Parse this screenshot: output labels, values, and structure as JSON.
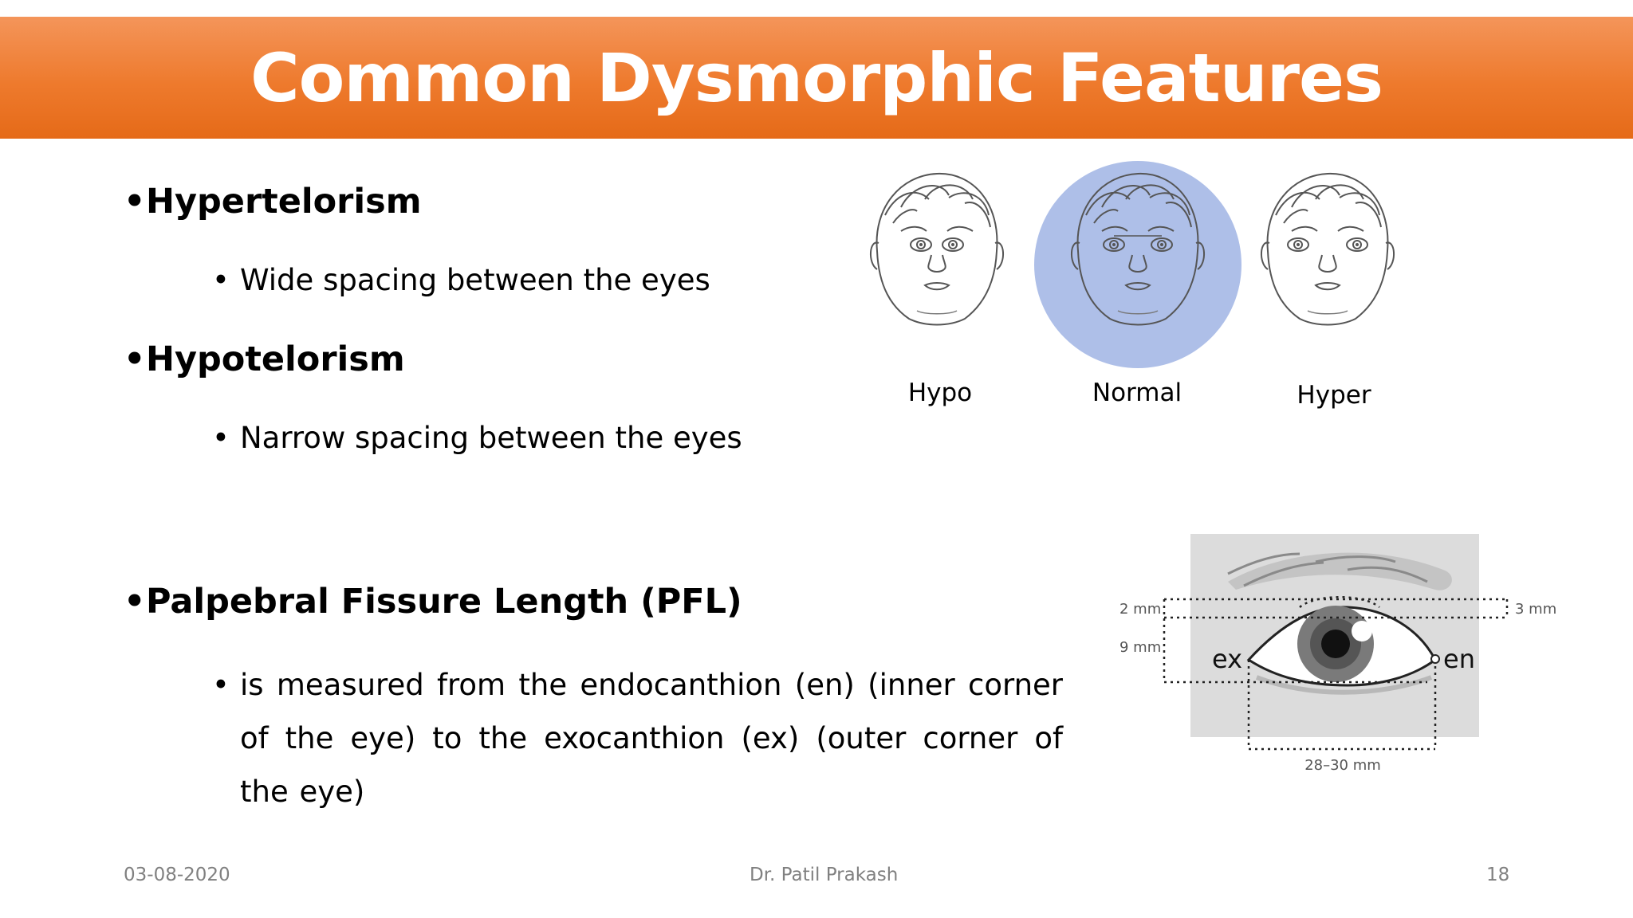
{
  "slide": {
    "title": "Common Dysmorphic Features",
    "bullets": [
      {
        "heading": "Hypertelorism",
        "sub": "Wide spacing between the eyes"
      },
      {
        "heading": "Hypotelorism",
        "sub": "Narrow spacing between the eyes"
      },
      {
        "heading": "Palpebral Fissure Length (PFL)",
        "sub": "is measured from the endocanthion (en) (inner corner of the eye) to the exocanthion (ex) (outer corner of the eye)"
      }
    ]
  },
  "faces_figure": {
    "labels": [
      "Hypo",
      "Normal",
      "Hyper"
    ],
    "highlight_color": "#aebfe8"
  },
  "eye_figure": {
    "top_left_gap": "2 mm",
    "eye_height": "9 mm",
    "top_right_gap": "3 mm",
    "ex_label": "ex",
    "en_label": "en",
    "width_label": "28–30 mm"
  },
  "footer": {
    "date": "03-08-2020",
    "author": "Dr. Patil Prakash",
    "page_number": "18"
  },
  "colors": {
    "title_bar": "#ee7a2d",
    "footer_text": "#808080"
  }
}
